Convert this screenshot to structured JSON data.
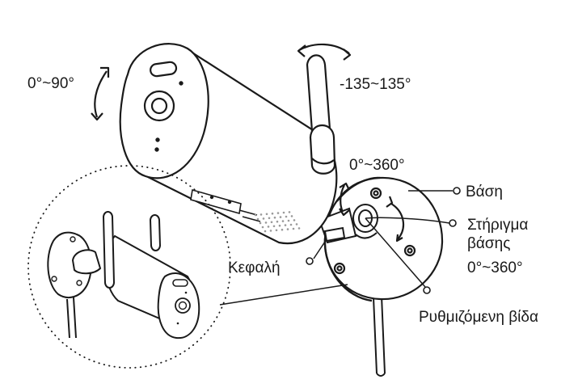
{
  "labels": {
    "tilt_range": "0°~90°",
    "antenna_range": "-135~135°",
    "base_rotation": "0°~360°",
    "base": "Βάση",
    "base_support": "Στήριγμα βάσης",
    "support_rotation": "0°~360°",
    "head": "Κεφαλή",
    "adjustable_screw": "Ρυθμιζόμενη βίδα"
  },
  "colors": {
    "line": "#1a1a1a",
    "fill": "#ffffff",
    "grille": "#9a9a9a"
  }
}
